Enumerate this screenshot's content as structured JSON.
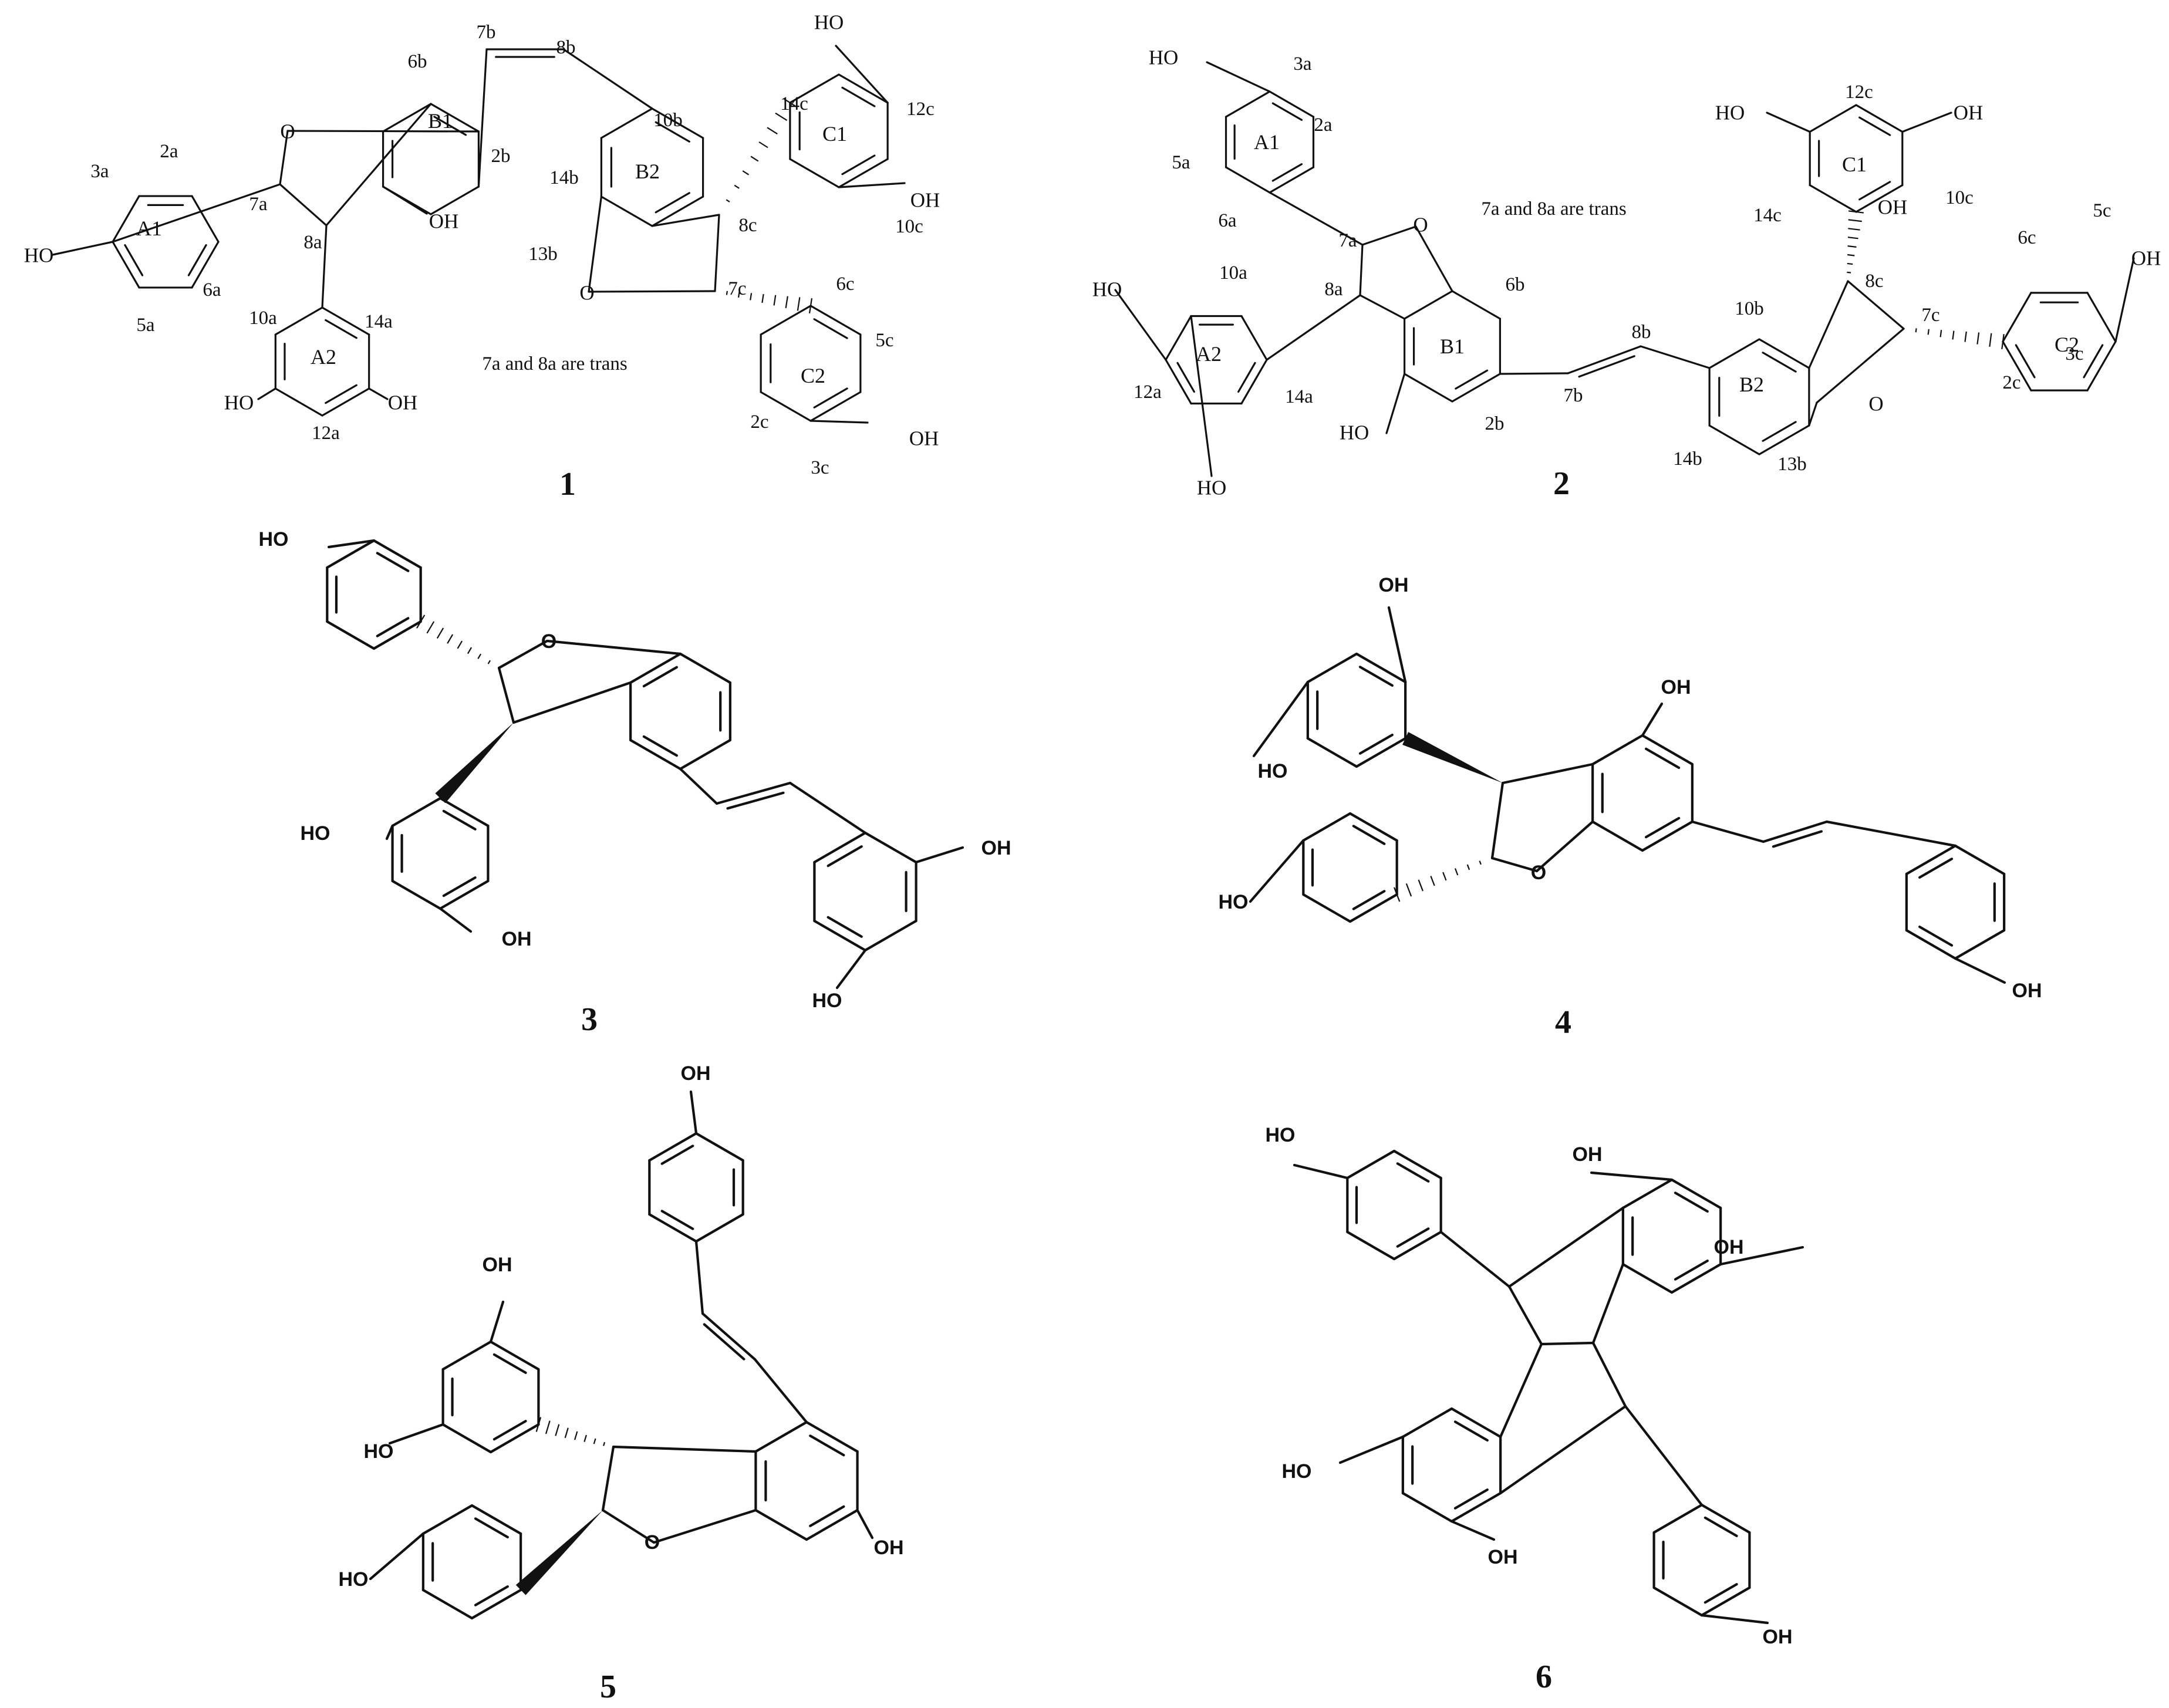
{
  "figure": {
    "panels": [
      {
        "number": "1",
        "note": "7a and 8a are trans",
        "rings": [
          "A1",
          "A2",
          "B1",
          "B2",
          "C1",
          "C2"
        ],
        "positions": [
          "2a",
          "3a",
          "5a",
          "6a",
          "7a",
          "8a",
          "10a",
          "12a",
          "14a",
          "2b",
          "6b",
          "7b",
          "8b",
          "10b",
          "13b",
          "14b",
          "2c",
          "3c",
          "5c",
          "6c",
          "7c",
          "8c",
          "10c",
          "12c",
          "14c"
        ],
        "atom_labels": [
          "HO",
          "HO",
          "OH",
          "OH",
          "HO",
          "OH",
          "OH",
          "O",
          "O"
        ]
      },
      {
        "number": "2",
        "note": "7a and 8a are trans",
        "rings": [
          "A1",
          "A2",
          "B1",
          "B2",
          "C1",
          "C2"
        ],
        "positions": [
          "2a",
          "3a",
          "5a",
          "6a",
          "7a",
          "8a",
          "10a",
          "12a",
          "14a",
          "2b",
          "6b",
          "7b",
          "8b",
          "10b",
          "13b",
          "14b",
          "2c",
          "3c",
          "5c",
          "6c",
          "7c",
          "8c",
          "10c",
          "12c",
          "14c"
        ],
        "atom_labels": [
          "HO",
          "HO",
          "HO",
          "HO",
          "HO",
          "OH",
          "OH",
          "OH",
          "O",
          "O"
        ]
      },
      {
        "number": "3",
        "atom_labels": [
          "HO",
          "HO",
          "OH",
          "OH",
          "HO",
          "O"
        ]
      },
      {
        "number": "4",
        "atom_labels": [
          "OH",
          "HO",
          "OH",
          "HO",
          "OH",
          "O"
        ]
      },
      {
        "number": "5",
        "atom_labels": [
          "OH",
          "OH",
          "HO",
          "OH",
          "HO",
          "O"
        ]
      },
      {
        "number": "6",
        "atom_labels": [
          "HO",
          "OH",
          "OH",
          "HO",
          "OH",
          "OH"
        ]
      }
    ]
  }
}
